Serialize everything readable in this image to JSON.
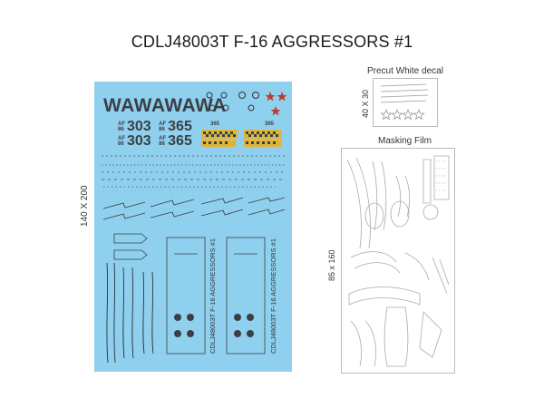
{
  "title": "CDLJ48003T F-16 AGGRESSORS #1",
  "decal_sheet": {
    "size_label": "140 X 200",
    "background": "#8fd0ee",
    "code_text": "WAWAWAWA",
    "tail_numbers": [
      {
        "prefix_top": "AF",
        "prefix_bottom": "86",
        "big": "303",
        "small": "365"
      },
      {
        "prefix_top": "AF",
        "prefix_bottom": "86",
        "big": "303",
        "small": "365"
      }
    ],
    "small_serials": [
      "365",
      "365"
    ],
    "side_code_1": "CDLJ48003T F-16 AGGRESSORS #1",
    "side_code_2": "CDLJ48003T F-16 AGGRESSORS #1"
  },
  "precut": {
    "label": "Precut White decal",
    "size_label": "40 X 30"
  },
  "masking": {
    "label": "Masking Film",
    "size_label": "85 x 160"
  }
}
